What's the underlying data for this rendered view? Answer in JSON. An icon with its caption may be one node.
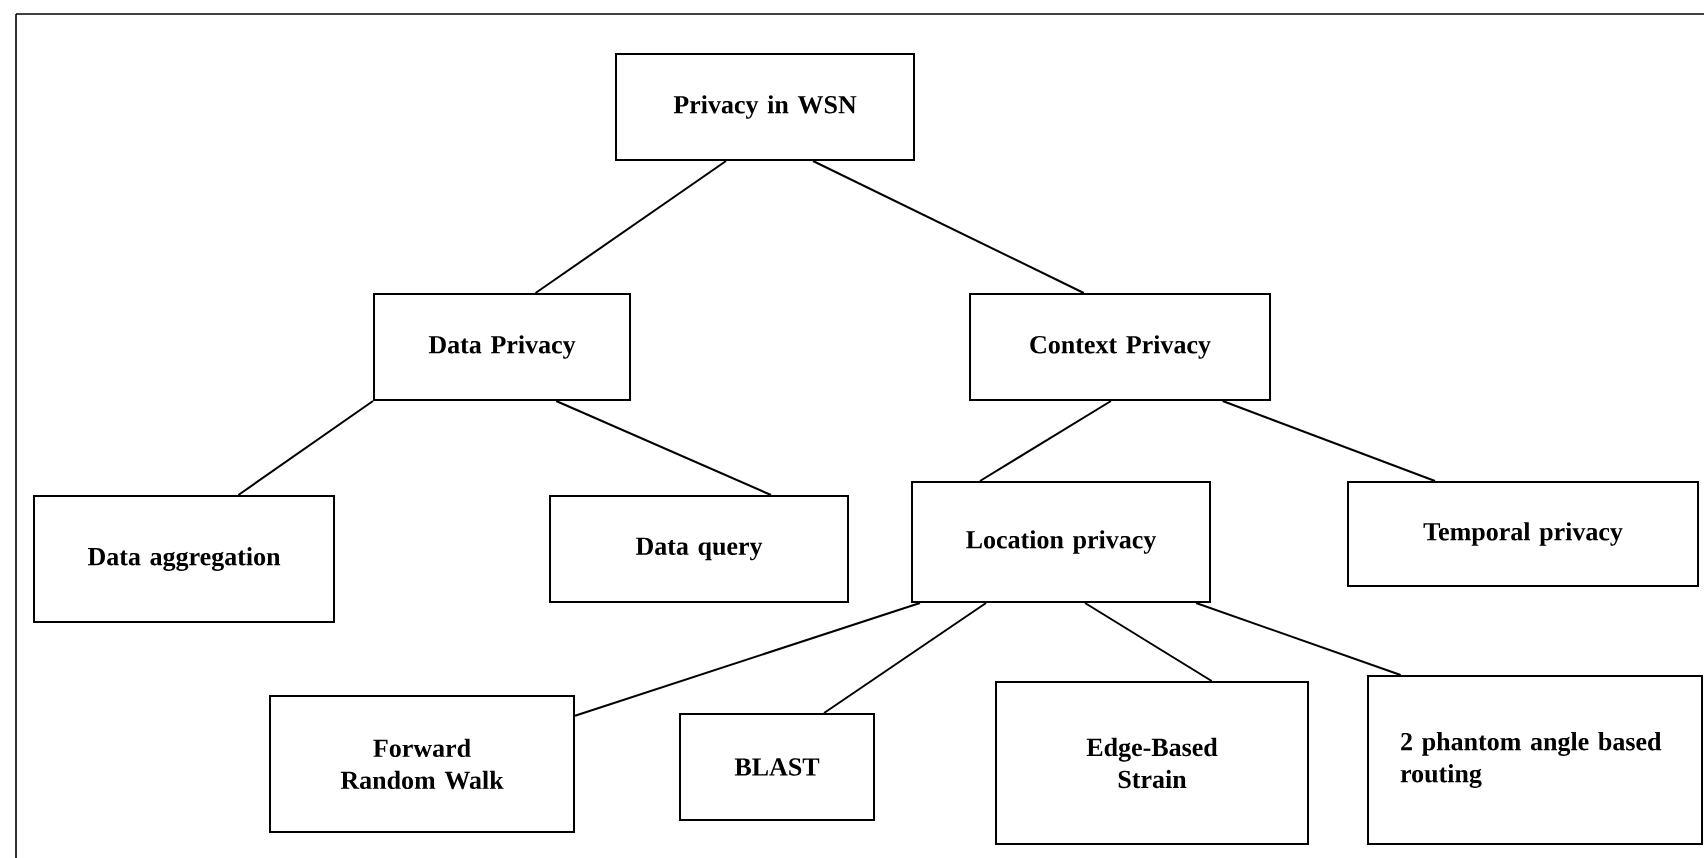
{
  "diagram": {
    "nodes": [
      {
        "text": [
          "Privacy in WSN"
        ]
      },
      {
        "text": [
          "Data Privacy"
        ]
      },
      {
        "text": [
          "Context Privacy"
        ]
      },
      {
        "text": [
          "Data aggregation"
        ]
      },
      {
        "text": [
          "Data query"
        ]
      },
      {
        "text": [
          "Location privacy"
        ]
      },
      {
        "text": [
          "Temporal privacy"
        ]
      },
      {
        "text": [
          "Forward Random Walk"
        ]
      },
      {
        "text": [
          "BLAST"
        ]
      },
      {
        "text": [
          "Edge-Based Strain"
        ]
      },
      {
        "text": [
          "2 phantom angle based routing"
        ]
      }
    ],
    "edges": [
      {
        "from": 0,
        "to": 1,
        "arrow": "none"
      },
      {
        "from": 0,
        "to": 2,
        "arrow": "none"
      },
      {
        "from": 1,
        "to": 3,
        "arrow": "none"
      },
      {
        "from": 1,
        "to": 4,
        "arrow": "none"
      },
      {
        "from": 2,
        "to": 5,
        "arrow": "none"
      },
      {
        "from": 2,
        "to": 6,
        "arrow": "none"
      },
      {
        "from": 5,
        "to": 7,
        "arrow": "none"
      },
      {
        "from": 5,
        "to": 8,
        "arrow": "none"
      },
      {
        "from": 5,
        "to": 9,
        "arrow": "none"
      },
      {
        "from": 5,
        "to": 10,
        "arrow": "none"
      }
    ]
  }
}
